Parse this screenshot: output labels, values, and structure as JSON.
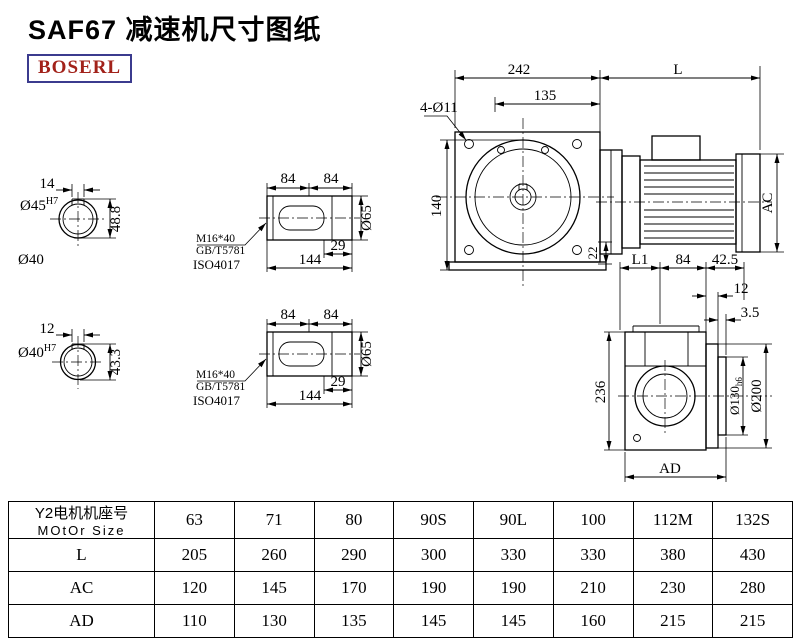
{
  "title": "SAF67 减速机尺寸图纸",
  "logo": "BOSERL",
  "colors": {
    "logo_text": "#a2221a",
    "logo_border": "#3b3b8e"
  },
  "front_view": {
    "dim_242": "242",
    "dim_L": "L",
    "dim_135": "135",
    "holes": "4-Ø11",
    "dim_140": "140",
    "dim_22": "22",
    "dim_AC": "AC"
  },
  "bore_view_1": {
    "keyway_width": "14",
    "bore": "Ø45",
    "bore_tol": "H7",
    "keyway_height": "48.8",
    "shaft_label": "Ø40"
  },
  "bore_view_2": {
    "keyway_width": "12",
    "bore": "Ø40",
    "bore_tol": "H7",
    "keyway_height": "43.3"
  },
  "shaft_view_top": {
    "dim_84a": "84",
    "dim_84b": "84",
    "dim_29": "29",
    "dim_144": "144",
    "dia": "Ø65",
    "note_bolt": "M16*40",
    "note_std1": "GB/T5781",
    "note_std2": "ISO4017"
  },
  "shaft_view_bottom": {
    "dim_84a": "84",
    "dim_84b": "84",
    "dim_29": "29",
    "dim_144": "144",
    "dia": "Ø65",
    "note_bolt": "M16*40",
    "note_std1": "GB/T5781",
    "note_std2": "ISO4017"
  },
  "side_view": {
    "dim_L1": "L1",
    "dim_84": "84",
    "dim_42_5": "42.5",
    "dim_12": "12",
    "dim_3_5": "3.5",
    "dim_236": "236",
    "dia_130": "Ø130",
    "dia_130_tol": "h6",
    "dia_200": "Ø200",
    "dim_AD": "AD"
  },
  "table": {
    "header_cn": "Y2电机机座号",
    "header_en": "MOtOr Size",
    "sizes": [
      "63",
      "71",
      "80",
      "90S",
      "90L",
      "100",
      "112M",
      "132S"
    ],
    "rows": [
      {
        "label": "L",
        "values": [
          "205",
          "260",
          "290",
          "300",
          "330",
          "330",
          "380",
          "430"
        ]
      },
      {
        "label": "AC",
        "values": [
          "120",
          "145",
          "170",
          "190",
          "190",
          "210",
          "230",
          "280"
        ]
      },
      {
        "label": "AD",
        "values": [
          "110",
          "130",
          "135",
          "145",
          "145",
          "160",
          "215",
          "215"
        ]
      }
    ]
  }
}
